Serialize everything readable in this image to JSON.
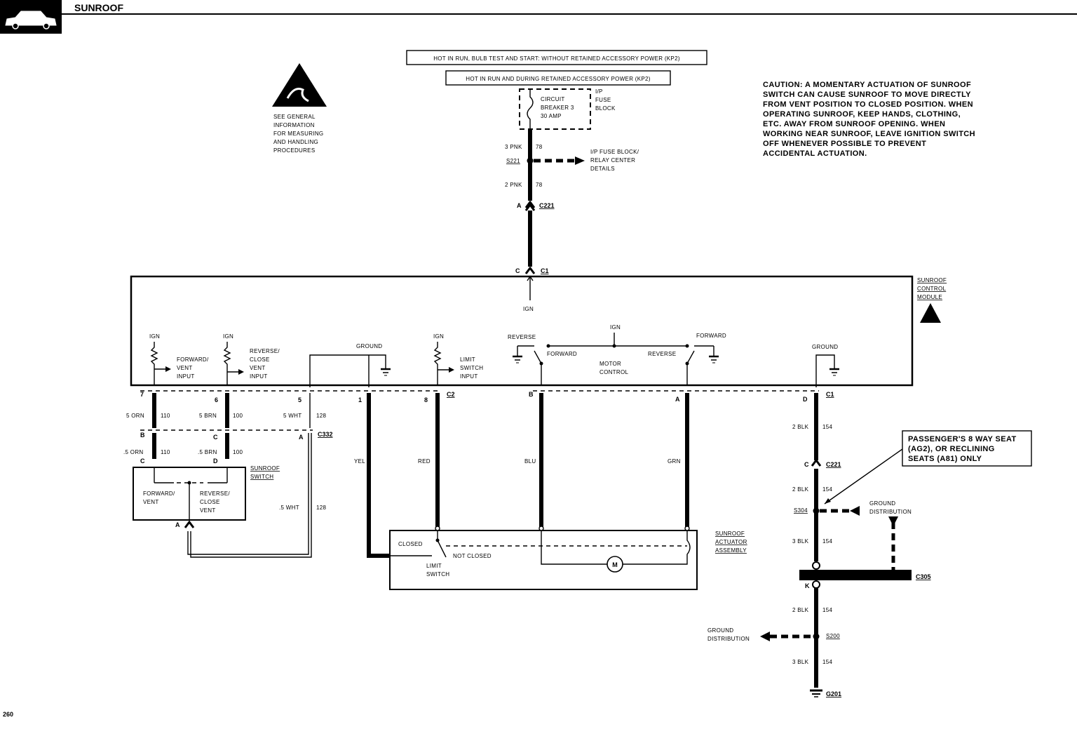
{
  "title": "SUNROOF",
  "page_number": "260",
  "power": {
    "label_1": "HOT IN RUN, BULB TEST AND START: WITHOUT RETAINED ACCESSORY POWER (KP2)",
    "label_2": "HOT IN RUN AND DURING RETAINED ACCESSORY POWER (KP2)"
  },
  "breaker": {
    "line1": "CIRCUIT",
    "line2": "BREAKER 3",
    "line3": "30 AMP",
    "fuse_1": "I/P",
    "fuse_2": "FUSE",
    "fuse_3": "BLOCK"
  },
  "esd_note": [
    "SEE GENERAL",
    "INFORMATION",
    "FOR MEASURING",
    "AND HANDLING",
    "PROCEDURES"
  ],
  "caution": [
    "CAUTION: A MOMENTARY ACTUATION OF SUNROOF",
    "SWITCH CAN CAUSE SUNROOF TO MOVE DIRECTLY",
    "FROM VENT POSITION TO CLOSED POSITION. WHEN",
    "OPERATING SUNROOF, KEEP HANDS, CLOTHING,",
    "ETC. AWAY FROM SUNROOF OPENING. WHEN",
    "WORKING NEAR SUNROOF, LEAVE IGNITION SWITCH",
    "OFF WHENEVER POSSIBLE TO PREVENT",
    "ACCIDENTAL ACTUATION."
  ],
  "feed": {
    "wire_top": "3 PNK",
    "circuit_top": "78",
    "splice": "S221",
    "relay_1": "I/P FUSE BLOCK/",
    "relay_2": "RELAY CENTER",
    "relay_3": "DETAILS",
    "wire_bottom": "2 PNK",
    "circuit_bottom": "78",
    "conn_pin": "A",
    "conn": "C221",
    "c1_pin": "C",
    "c1": "C1",
    "ign": "IGN"
  },
  "module": {
    "name_1": "SUNROOF",
    "name_2": "CONTROL",
    "name_3": "MODULE",
    "ign": "IGN",
    "fwd_1": "FORWARD/",
    "fwd_2": "VENT",
    "fwd_3": "INPUT",
    "rev_1": "REVERSE/",
    "rev_2": "CLOSE",
    "rev_3": "VENT",
    "rev_4": "INPUT",
    "ground": "GROUND",
    "limit_1": "LIMIT",
    "limit_2": "SWITCH",
    "limit_3": "INPUT",
    "reverse": "REVERSE",
    "forward": "FORWARD",
    "motor_1": "MOTOR",
    "motor_2": "CONTROL",
    "pins": {
      "p7": "7",
      "p6": "6",
      "p5": "5",
      "p1": "1",
      "p8": "8",
      "pB": "B",
      "pA": "A",
      "pD": "D"
    },
    "c2": "C2",
    "c1": "C1"
  },
  "wires": {
    "w110": "5 ORN",
    "c110": "110",
    "w100": "5 BRN",
    "c100": "100",
    "w128": "5 WHT",
    "c128": "128",
    "pinB": "B",
    "pinC": "C",
    "pinA": "A",
    "c332": "C332",
    "w110b": ".5 ORN",
    "w100b": ".5 BRN",
    "pinC2": "C",
    "pinD2": "D",
    "w128b": ".5 WHT",
    "c128b": "128",
    "yel": "YEL",
    "red": "RED",
    "blu": "BLU",
    "grn": "GRN"
  },
  "switch": {
    "name_1": "SUNROOF",
    "name_2": "SWITCH",
    "fwd_1": "FORWARD/",
    "fwd_2": "VENT",
    "rev_1": "REVERSE/",
    "rev_2": "CLOSE",
    "rev_3": "VENT",
    "pin": "A"
  },
  "actuator": {
    "name_1": "SUNROOF",
    "name_2": "ACTUATOR",
    "name_3": "ASSEMBLY",
    "closed": "CLOSED",
    "not_closed": "NOT CLOSED",
    "limit_1": "LIMIT",
    "limit_2": "SWITCH",
    "motor": "M"
  },
  "ground_path": {
    "w1": "2 BLK",
    "c1": "154",
    "pinC": "C",
    "c221": "C221",
    "w2": "2 BLK",
    "c2": "154",
    "s304": "S304",
    "gd_1": "GROUND",
    "gd_2": "DISTRIBUTION",
    "w3": "3 BLK",
    "c3": "154",
    "c305": "C305",
    "pinK": "K",
    "w4": "2 BLK",
    "c4": "154",
    "s200": "S200",
    "gd2_1": "GROUND",
    "gd2_2": "DISTRIBUTION",
    "w5": "3 BLK",
    "c5": "154",
    "g201": "G201"
  },
  "passenger_note": [
    "PASSENGER'S 8 WAY SEAT",
    "(AG2), OR RECLINING",
    "SEATS (A81) ONLY"
  ]
}
